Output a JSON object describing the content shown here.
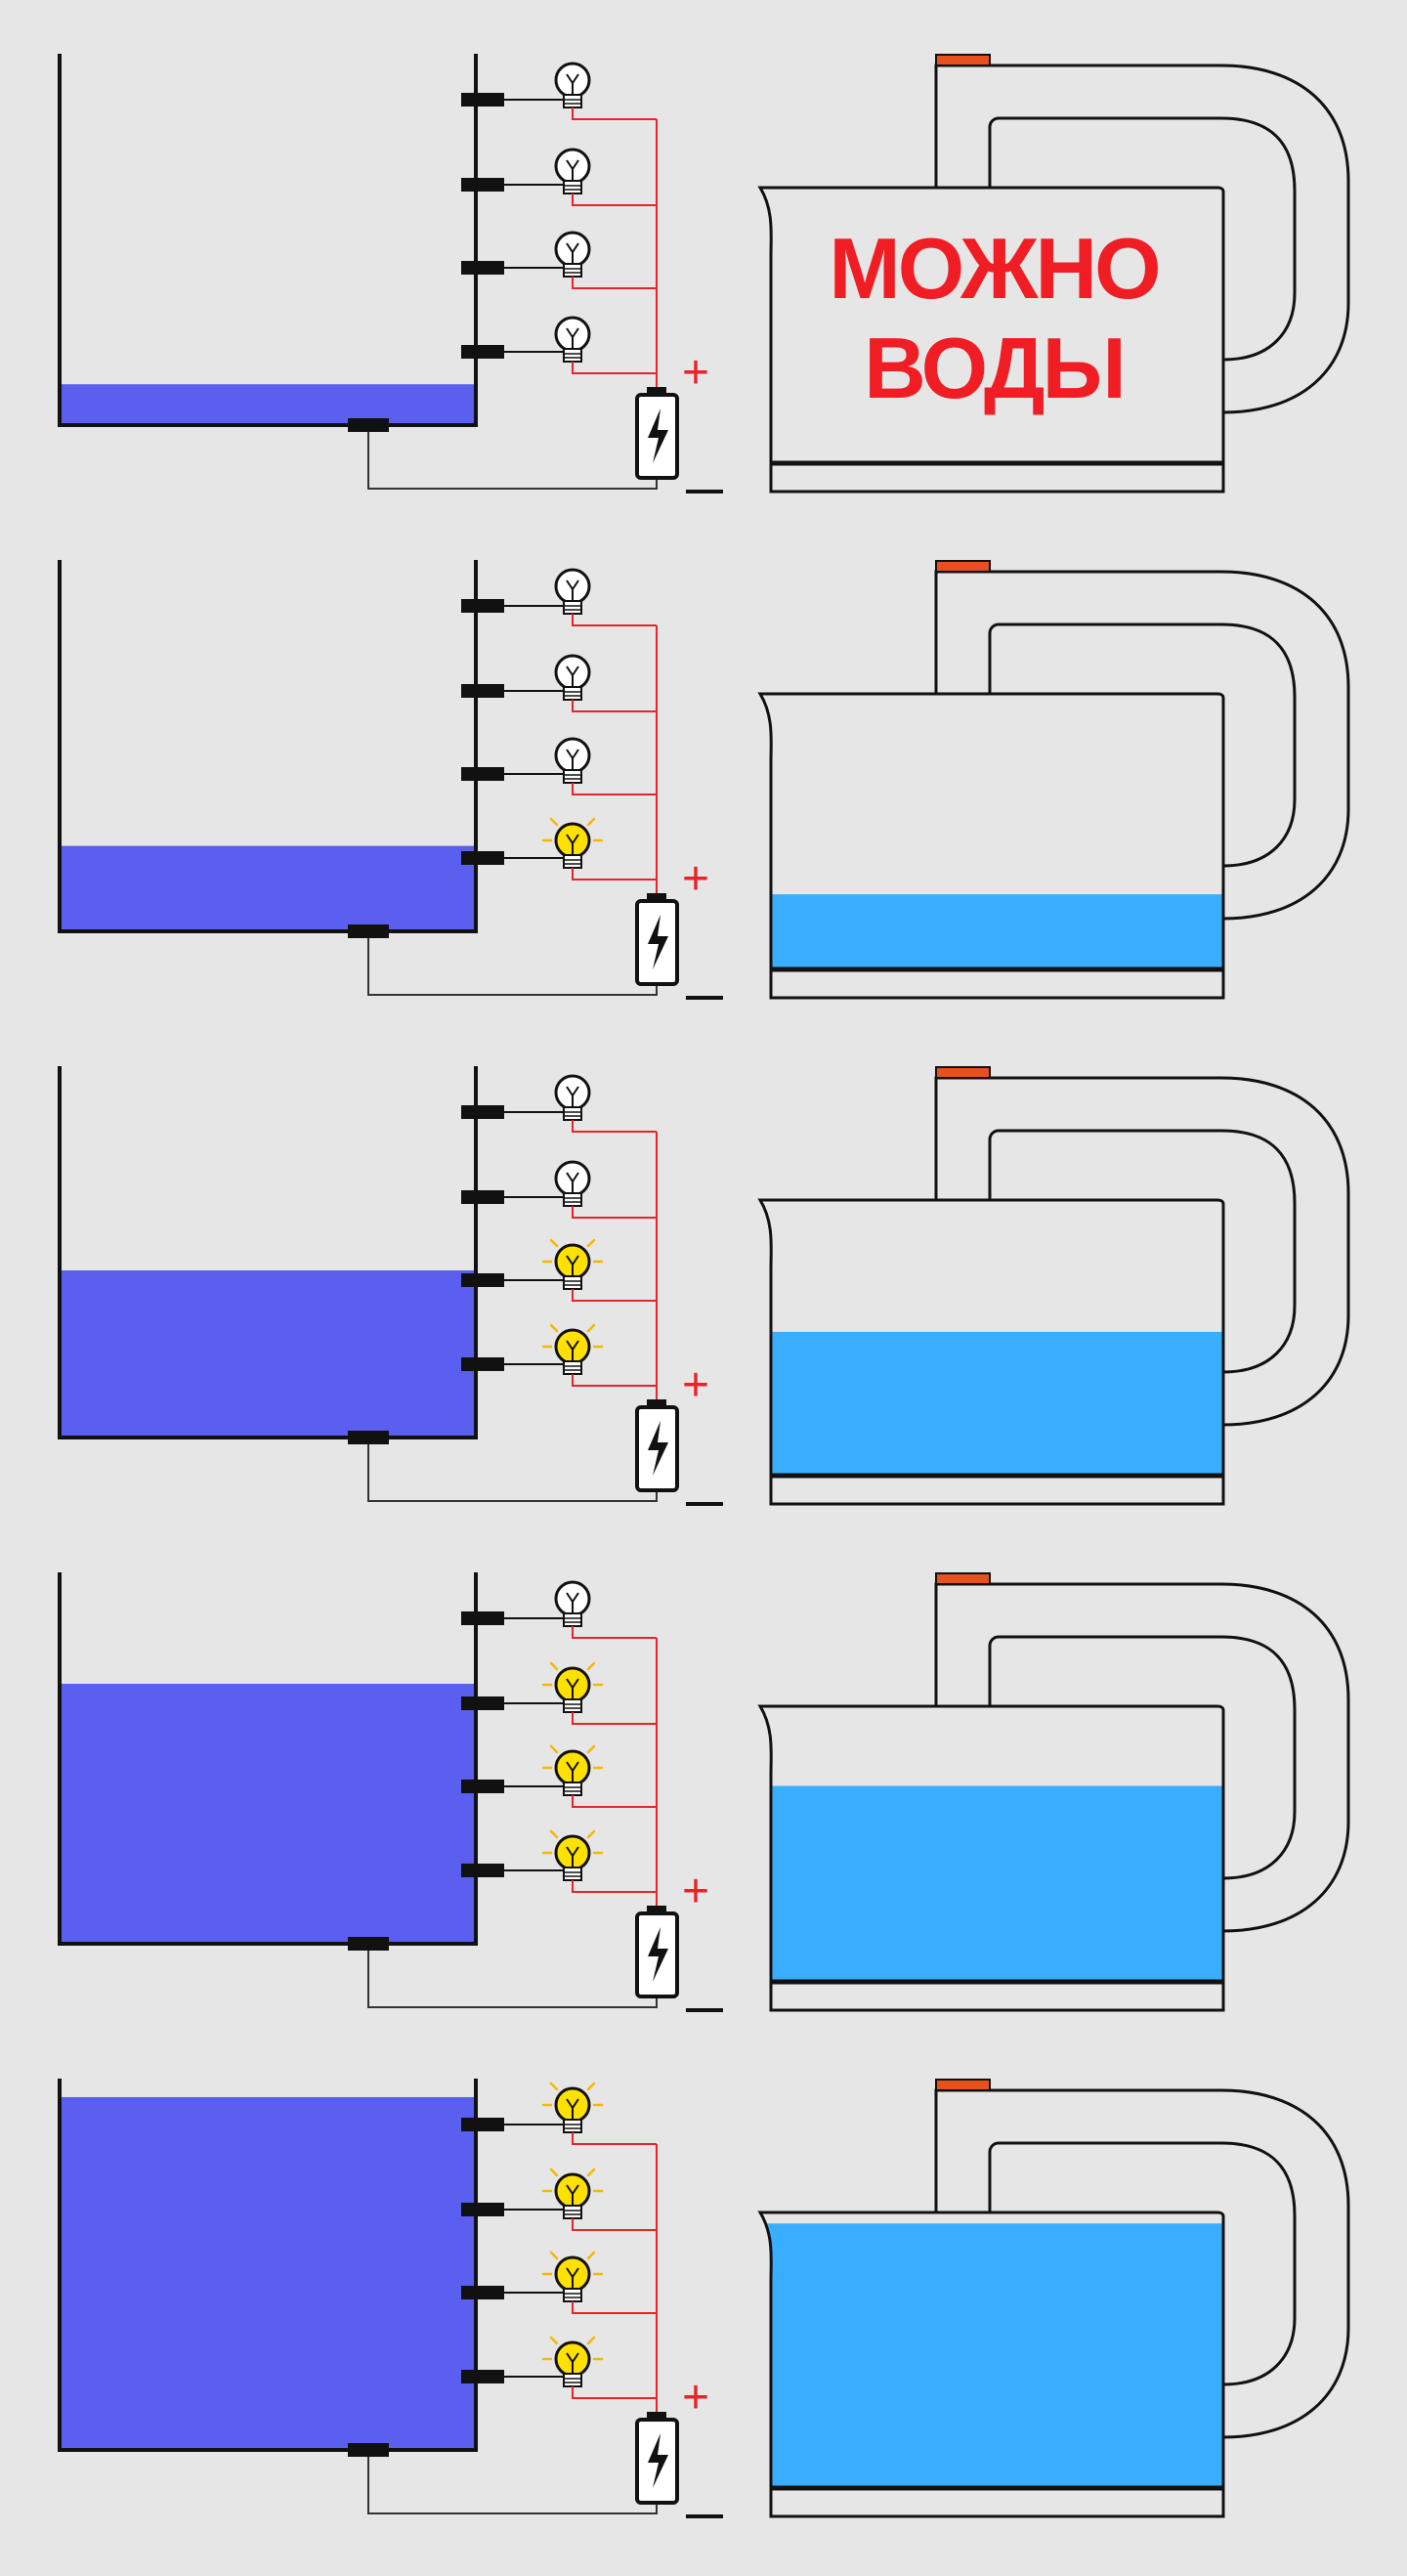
{
  "colors": {
    "background": "#e6e6e6",
    "tank_water": "#5a5ff0",
    "kettle_water": "#3aaefe",
    "wire_positive": "#e8242a",
    "wire_negative": "#333333",
    "bulb_on": "#ffe100",
    "bulb_on_rays": "#f5b800",
    "bulb_off": "#ffffff",
    "lid_button": "#e8501e",
    "label_red": "#f01e24",
    "outline": "#111111"
  },
  "icons": {
    "bulb": "light-bulb-icon",
    "battery": "battery-icon"
  },
  "labels": {
    "plus": "+",
    "minus": "—",
    "kettle_message_line1": "МОЖНО",
    "kettle_message_line2": "ВОДЫ"
  },
  "panels": [
    {
      "tank_fill": 0.11,
      "kettle_fill": 0.0,
      "bulbs_on": [
        false,
        false,
        false,
        false
      ],
      "show_message": true
    },
    {
      "tank_fill": 0.23,
      "kettle_fill": 0.27,
      "bulbs_on": [
        false,
        false,
        false,
        true
      ],
      "show_message": false
    },
    {
      "tank_fill": 0.45,
      "kettle_fill": 0.52,
      "bulbs_on": [
        false,
        false,
        true,
        true
      ],
      "show_message": false
    },
    {
      "tank_fill": 0.7,
      "kettle_fill": 0.71,
      "bulbs_on": [
        false,
        true,
        true,
        true
      ],
      "show_message": false
    },
    {
      "tank_fill": 0.95,
      "kettle_fill": 0.96,
      "bulbs_on": [
        true,
        true,
        true,
        true
      ],
      "show_message": false
    }
  ]
}
